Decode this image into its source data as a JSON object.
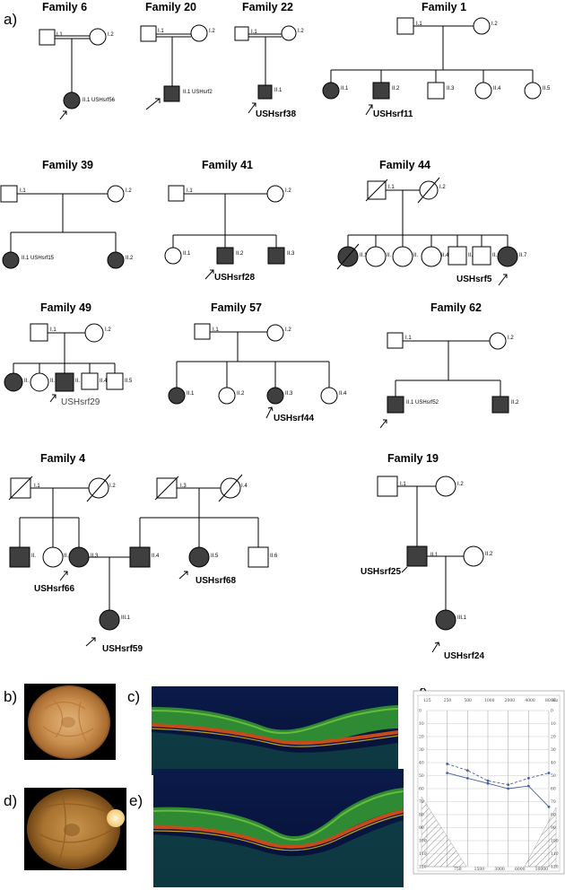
{
  "panel_labels": {
    "a": "a)",
    "b": "b)",
    "c": "c)",
    "d": "d)",
    "e": "e)",
    "f": "f)"
  },
  "colors": {
    "affected": "#3f3f3f",
    "unaffected": "#ffffff",
    "line": "#000000"
  },
  "families": {
    "f6": {
      "title": "Family 6",
      "I1": "I.1",
      "I2": "I.2",
      "II1": "II.1",
      "proband": "USHsrf56"
    },
    "f20": {
      "title": "Family 20",
      "I1": "I.1",
      "I2": "I.2",
      "II1": "II.1",
      "proband": "USHsrf2"
    },
    "f22": {
      "title": "Family 22",
      "I1": "I.1",
      "I2": "I.2",
      "II1": "II.1",
      "proband": "USHsrf38"
    },
    "f1": {
      "title": "Family 1",
      "I1": "I.1",
      "I2": "I.2",
      "II1": "II.1",
      "II2": "II.2",
      "II3": "II.3",
      "II4": "II.4",
      "II5": "II.5",
      "proband": "USHsrf11"
    },
    "f39": {
      "title": "Family 39",
      "I1": "I.1",
      "I2": "I.2",
      "II1": "II.1",
      "II2": "II.2",
      "proband": "USHsrf15"
    },
    "f41": {
      "title": "Family 41",
      "I1": "I.1",
      "I2": "I.2",
      "II1": "II.1",
      "II2": "II.2",
      "II3": "II.3",
      "proband": "USHsrf28"
    },
    "f44": {
      "title": "Family 44",
      "I1": "I.1",
      "I2": "I.2",
      "II1": "II.1",
      "II2": "II.",
      "II3": "II.",
      "II4": "II.4",
      "II5": "II.5",
      "II6": "II.",
      "II7": "II.7",
      "proband": "USHsrf5"
    },
    "f49": {
      "title": "Family 49",
      "I1": "I.1",
      "I2": "I.2",
      "II1": "II.",
      "II2": "II.",
      "II3": "II.",
      "II4": "II.4",
      "II5": "II.5",
      "proband": "USHsrf29"
    },
    "f57": {
      "title": "Family 57",
      "I1": "I.1",
      "I2": "I.2",
      "II1": "II.1",
      "II2": "II.2",
      "II3": "II.3",
      "II4": "II.4",
      "proband": "USHsrf44"
    },
    "f62": {
      "title": "Family 62",
      "I1": "I.1",
      "I2": "I.2",
      "II1": "II.1",
      "II2": "II.2",
      "proband": "USHsrf52"
    },
    "f4": {
      "title": "Family 4",
      "I1": "I.1",
      "I2": "I.2",
      "I3": "I.3",
      "I4": "I.4",
      "II1": "II.",
      "II2": "II.",
      "II3": "II.3",
      "II4": "II.4",
      "II5": "II.5",
      "II6": "II.6",
      "III1": "III.1",
      "proband_a": "USHsrf66",
      "proband_b": "USHsrf68",
      "proband_c": "USHsrf59"
    },
    "f19": {
      "title": "Family 19",
      "I1": "I.1",
      "I2": "I.2",
      "II1": "II.1",
      "II2": "II.2",
      "III1": "III.1",
      "proband_a": "USHsrf25",
      "proband_b": "USHsrf24"
    }
  },
  "audiogram": {
    "freq_labels": [
      "125",
      "250",
      "500",
      "1000",
      "2000",
      "4000",
      "8000",
      "Hz"
    ],
    "bottom_labels": [
      "750",
      "1500",
      "3000",
      "6000",
      "10000"
    ],
    "db_labels": [
      "0",
      "10",
      "20",
      "30",
      "40",
      "50",
      "60",
      "70",
      "80",
      "90",
      "100",
      "110",
      "120"
    ],
    "series": [
      {
        "line": "solid",
        "values": [
          48,
          52,
          56,
          60,
          58,
          74
        ]
      },
      {
        "line": "dashed",
        "values": [
          41,
          46,
          54,
          57,
          52,
          48
        ]
      }
    ]
  }
}
